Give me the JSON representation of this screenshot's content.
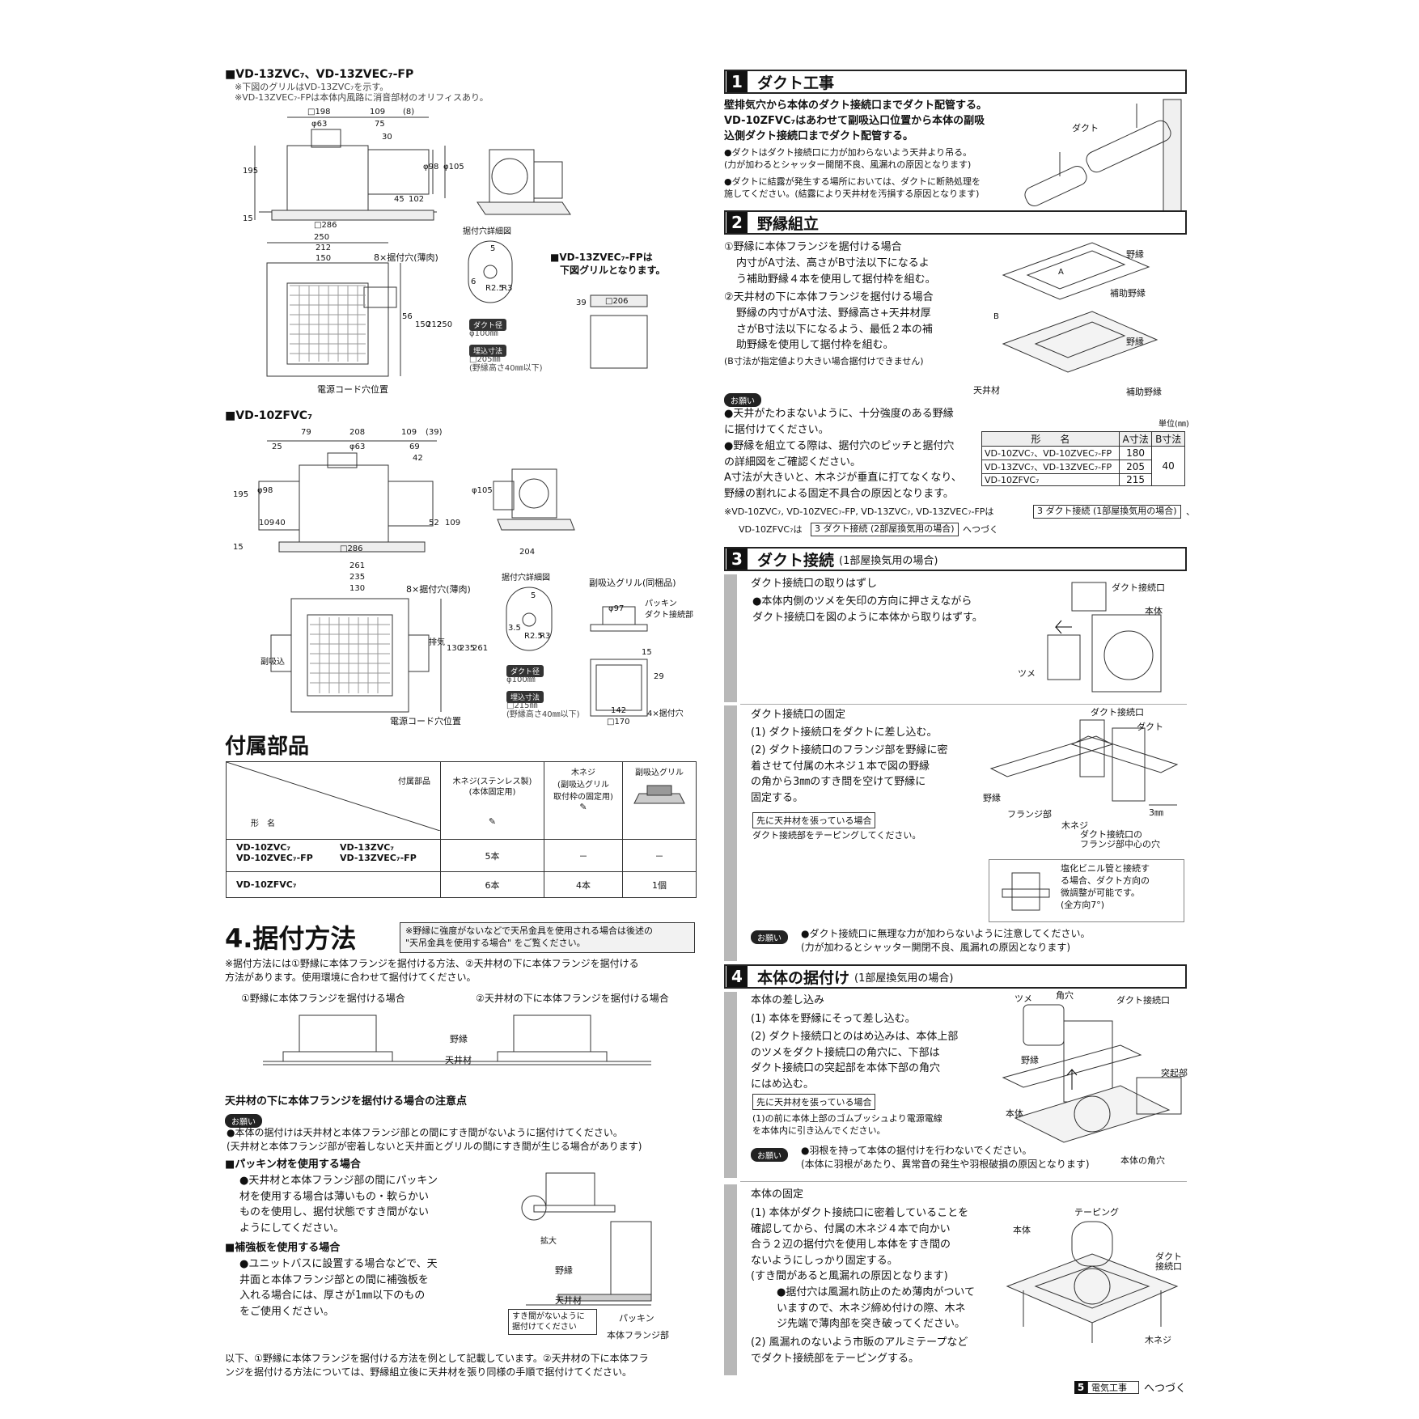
{
  "left": {
    "model1": {
      "title": "■VD-13ZVC₇、VD-13ZVEC₇-FP",
      "note1": "※下図のグリルはVD-13ZVC₇を示す。",
      "note2": "※VD-13ZVEC₇-FPは本体内風路に消音部材のオリフィスあり。",
      "dims_top": [
        "□198",
        "109",
        "(8)",
        "φ63",
        "75",
        "30",
        "195",
        "φ98",
        "φ105",
        "45",
        "102",
        "15",
        "□286"
      ],
      "dims_plan": [
        "250",
        "212",
        "150",
        "56",
        "150",
        "212",
        "250"
      ],
      "hole_label": "8×据付穴(薄肉)",
      "cord_label": "電源コード穴位置",
      "detail_title": "据付穴詳細図",
      "detail_dims": [
        "5",
        "6",
        "R2.5",
        "R3"
      ],
      "duct_tag": "ダクト径",
      "duct_val": "φ100㎜",
      "embed_tag": "埋込寸法",
      "embed_val1": "□205㎜",
      "embed_val2": "(野縁高さ40㎜以下)",
      "fp_note1": "■VD-13ZVEC₇-FPは",
      "fp_note2": "下図グリルとなります。",
      "fp_dims": [
        "□206",
        "39"
      ]
    },
    "model2": {
      "title": "■VD-10ZFVC₇",
      "dims_top": [
        "79",
        "208",
        "109",
        "(39)",
        "25",
        "φ63",
        "69",
        "42",
        "195",
        "φ98",
        "φ105",
        "109",
        "40",
        "52",
        "109",
        "15",
        "□286",
        "204"
      ],
      "dims_plan": [
        "261",
        "235",
        "130",
        "130",
        "235",
        "261"
      ],
      "hole_label": "8×据付穴(薄肉)",
      "exhaust": "排気",
      "sub_intake": "副吸込",
      "cord_label": "電源コード穴位置",
      "detail_title": "据付穴詳細図",
      "detail_dims": [
        "5",
        "3.5",
        "R2.5",
        "R3"
      ],
      "duct_tag": "ダクト径",
      "duct_val": "φ100㎜",
      "embed_tag": "埋込寸法",
      "embed_val1": "□215㎜",
      "embed_val2": "(野縁高さ40㎜以下)",
      "grill_title": "副吸込グリル(同梱品)",
      "grill_labels": [
        "φ97",
        "パッキン",
        "ダクト接続部",
        "15",
        "29",
        "142",
        "□170",
        "4×据付穴"
      ]
    },
    "accessories": {
      "heading": "付属部品",
      "corner_top": "付属部品",
      "corner_bottom": "形　名",
      "col1": "木ネジ(ステンレス製)\n(本体固定用)",
      "col2": "木ネジ\n(副吸込グリル\n取付枠の固定用)",
      "col3": "副吸込グリル",
      "row1_models_a": "VD-10ZVC₇\nVD-10ZVEC₇-FP",
      "row1_models_b": "VD-13ZVC₇\nVD-13ZVEC₇-FP",
      "row1_vals": [
        "5本",
        "－",
        "－"
      ],
      "row2_model": "VD-10ZFVC₇",
      "row2_vals": [
        "6本",
        "4本",
        "1個"
      ]
    },
    "install": {
      "heading": "4.据付方法",
      "boxnote": "※野縁に強度がないなどで天吊金具を使用される場合は後述の\n\"天吊金具を使用する場合\" をご覧ください。",
      "intro": "※据付方法には①野縁に本体フランジを据付ける方法、②天井材の下に本体フランジを据付ける\n方法があります。使用環境に合わせて据付けてください。",
      "method1": "①野縁に本体フランジを据付ける場合",
      "method2": "②天井材の下に本体フランジを据付ける場合",
      "label_noen": "野縁",
      "label_tenjo": "天井材",
      "caution_title": "天井材の下に本体フランジを据付ける場合の注意点",
      "onegai": "お願い",
      "caution_text": "●本体の据付けは天井材と本体フランジ部との間にすき間がないように据付けてください。\n(天井材と本体フランジ部が密着しないと天井面とグリルの間にすき間が生じる場合があります)",
      "packing_title": "■パッキン材を使用する場合",
      "packing_text": "●天井材と本体フランジ部の間にパッキン\n材を使用する場合は薄いもの・軟らかい\nものを使用し、据付状態ですき間がない\nようにしてください。",
      "plate_title": "■補強板を使用する場合",
      "plate_text": "●ユニットバスに設置する場合などで、天\n井面と本体フランジ部との間に補強板を\n入れる場合には、厚さが1㎜以下のもの\nをご使用ください。",
      "fig_labels": [
        "拡大",
        "野縁",
        "天井材",
        "パッキン",
        "本体フランジ部"
      ],
      "fig_box": "すき間がないように\n据付けてください",
      "closing": "以下、①野縁に本体フランジを据付ける方法を例として記載しています。②天井材の下に本体フラ\nンジを据付ける方法については、野縁組立後に天井材を張り同様の手順で据付けてください。"
    }
  },
  "right": {
    "s1": {
      "num": "1",
      "title": "ダクト工事",
      "lead": "壁排気穴から本体のダクト接続口までダクト配管する。\nVD-10ZFVC₇はあわせて副吸込口位置から本体の副吸\n込側ダクト接続口までダクト配管する。",
      "b1": "●ダクトはダクト接続口に力が加わらないよう天井より吊る。\n(力が加わるとシャッター開閉不良、風漏れの原因となります)",
      "b2": "●ダクトに結露が発生する場所においては、ダクトに断熱処理を\n施してください。(結露により天井材を汚損する原因となります)",
      "fig_label": "ダクト"
    },
    "s2": {
      "num": "2",
      "title": "野縁組立",
      "m1_title": "①野縁に本体フランジを据付ける場合",
      "m1_text": "内寸がA寸法、高さがB寸法以下になるよ\nう補助野縁４本を使用して据付枠を組む。",
      "m2_title": "②天井材の下に本体フランジを据付ける場合",
      "m2_text": "野縁の内寸がA寸法、野縁高さ+天井材厚\nさがB寸法以下になるよう、最低２本の補\n助野縁を使用して据付枠を組む。",
      "bnote": "(B寸法が指定値より大きい場合据付けできません)",
      "fig_labels": [
        "野縁",
        "補助野縁",
        "野縁",
        "天井材",
        "補助野縁",
        "A",
        "B"
      ],
      "onegai": "お願い",
      "o1": "●天井がたわまないように、十分強度のある野縁\nに据付けてください。",
      "o2": "●野縁を組立てる際は、据付穴のピッチと据付穴\nの詳細図をご確認ください。\nA寸法が大きいと、木ネジが垂直に打てなくなり、\n野縁の割れによる固定不具合の原因となります。",
      "unit": "単位(㎜)",
      "table_head": [
        "形　　名",
        "A寸法",
        "B寸法"
      ],
      "table_rows": [
        [
          "VD-10ZVC₇、VD-10ZVEC₇-FP",
          "180"
        ],
        [
          "VD-13ZVC₇、VD-13ZVEC₇-FP",
          "205"
        ],
        [
          "VD-10ZFVC₇",
          "215"
        ]
      ],
      "b_value": "40",
      "ref1_a": "※VD-10ZVC₇, VD-10ZVEC₇-FP, VD-13ZVC₇, VD-13ZVEC₇-FPは",
      "ref1_tag": "3 ダクト接続 (1部屋換気用の場合)",
      "ref1_b": "、",
      "ref2_a": "VD-10ZFVC₇は",
      "ref2_tag": "3 ダクト接続 (2部屋換気用の場合)",
      "ref2_b": "へつづく"
    },
    "s3": {
      "num": "3",
      "title": "ダクト接続",
      "sub": "(1部屋換気用の場合)",
      "p1_title": "ダクト接続口の取りはずし",
      "p1_text": "●本体内側のツメを矢印の方向に押さえながら\nダクト接続口を図のように本体から取りはずす。",
      "p1_fig": [
        "ダクト接続口",
        "本体",
        "ツメ"
      ],
      "p2_title": "ダクト接続口の固定",
      "p2_s1": "(1) ダクト接続口をダクトに差し込む。",
      "p2_s2": "(2) ダクト接続口のフランジ部を野縁に密\n着させて付属の木ネジ１本で図の野縁\nの角から3㎜のすき間を空けて野縁に\n固定する。",
      "p2_tag": "先に天井材を張っている場合",
      "p2_tagtext": "ダクト接続部をテーピングしてください。",
      "p2_fig": [
        "ダクト接続口",
        "ダクト",
        "野縁",
        "フランジ部",
        "木ネジ",
        "3㎜",
        "ダクト接続口の\nフランジ部中心の穴"
      ],
      "p2_vinyl": "塩化ビニル管と接続す\nる場合、ダクト方向の\n微調整が可能です。\n(全方向7°)",
      "onegai": "お願い",
      "p2_o": "●ダクト接続口に無理な力が加わらないように注意してください。\n(力が加わるとシャッター開閉不良、風漏れの原因となります)"
    },
    "s4": {
      "num": "4",
      "title": "本体の据付け",
      "sub": "(1部屋換気用の場合)",
      "p1_title": "本体の差し込み",
      "p1_s1": "(1) 本体を野縁にそって差し込む。",
      "p1_s2": "(2) ダクト接続口とのはめ込みは、本体上部\nのツメをダクト接続口の角穴に、下部は\nダクト接続口の突起部を本体下部の角穴\nにはめ込む。",
      "p1_tag": "先に天井材を張っている場合",
      "p1_tagtext": "(1)の前に本体上部のゴムブッシュより電源電線\nを本体内に引き込んでください。",
      "p1_fig": [
        "ツメ",
        "角穴",
        "ダクト接続口",
        "野縁",
        "突起部",
        "本体",
        "本体の角穴"
      ],
      "onegai": "お願い",
      "p1_o": "●羽根を持って本体の据付けを行わないでください。\n(本体に羽根があたり、異常音の発生や羽根破損の原因となります)",
      "p2_title": "本体の固定",
      "p2_s1": "(1) 本体がダクト接続口に密着していることを\n確認してから、付属の木ネジ４本で向かい\n合う２辺の据付穴を使用し本体をすき間の\nないようにしっかり固定する。\n(すき間があると風漏れの原因となります)",
      "p2_b": "●据付穴は風漏れ防止のため薄肉がついて\nいますので、木ネジ締め付けの際、木ネ\nジ先端で薄肉部を突き破ってください。",
      "p2_s2": "(2) 風漏れのないよう市販のアルミテープなど\nでダクト接続部をテーピングする。",
      "p2_fig": [
        "テーピング",
        "本体",
        "ダクト\n接続口",
        "木ネジ"
      ]
    },
    "footer": {
      "num": "5",
      "tag": "電気工事",
      "cont": "へつづく"
    }
  }
}
